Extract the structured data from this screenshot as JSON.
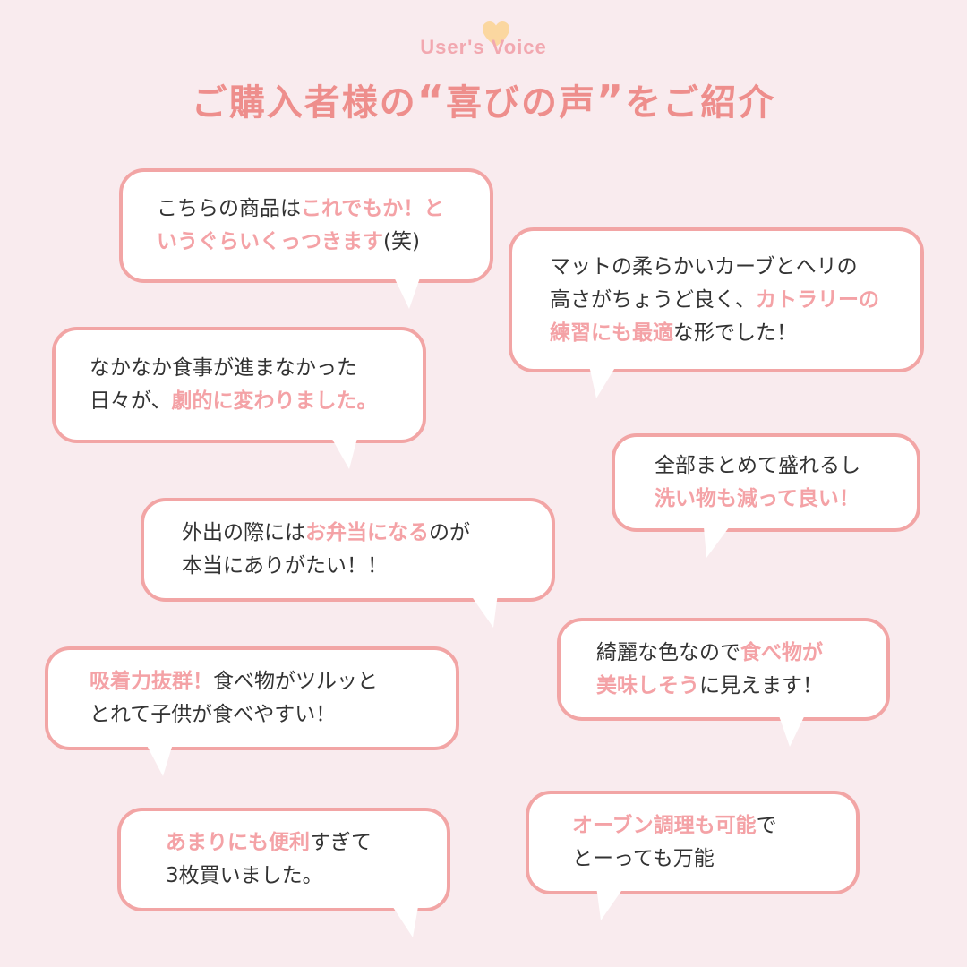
{
  "header": {
    "eyebrow": "User's Voice",
    "title_before": "ご購入者様の",
    "quote_open": "“",
    "title_highlight": "喜びの声",
    "quote_close": "”",
    "title_after": "をご紹介"
  },
  "colors": {
    "background": "#f9ebee",
    "accent_text": "#f4a2a6",
    "title": "#ee8e8c",
    "bubble_border": "#f2a5a5",
    "heart": "#fbd7a0"
  },
  "reviews": [
    {
      "l1": [
        "こちらの商品は",
        "これでもか！と"
      ],
      "l2": [
        "いうぐらいくっつきます",
        "(笑)"
      ]
    },
    {
      "l1": [
        "マットの柔らかいカーブとヘリの"
      ],
      "l2": [
        "高さがちょうど良く、",
        "カトラリーの"
      ],
      "l3": [
        "練習にも最適",
        "な形でした！"
      ]
    },
    {
      "l1": [
        "なかなか食事が進まなかった"
      ],
      "l2": [
        "日々が、",
        "劇的に変わりました。"
      ]
    },
    {
      "l1": [
        "全部まとめて盛れるし"
      ],
      "l2": [
        "洗い物も減って良い！"
      ]
    },
    {
      "l1": [
        "外出の際には",
        "お弁当になる",
        "のが"
      ],
      "l2": [
        "本当にありがたい！！"
      ]
    },
    {
      "l1": [
        "綺麗な色なので",
        "食べ物が"
      ],
      "l2": [
        "美味しそう",
        "に見えます！"
      ]
    },
    {
      "l1": [
        "吸着力抜群！",
        "食べ物がツルッと"
      ],
      "l2": [
        "とれて子供が食べやすい！"
      ]
    },
    {
      "l1": [
        "あまりにも便利",
        "すぎて"
      ],
      "l2": [
        "3枚買いました。"
      ]
    },
    {
      "l1": [
        "オーブン調理も可能",
        "で"
      ],
      "l2": [
        "とーっても万能"
      ]
    }
  ]
}
